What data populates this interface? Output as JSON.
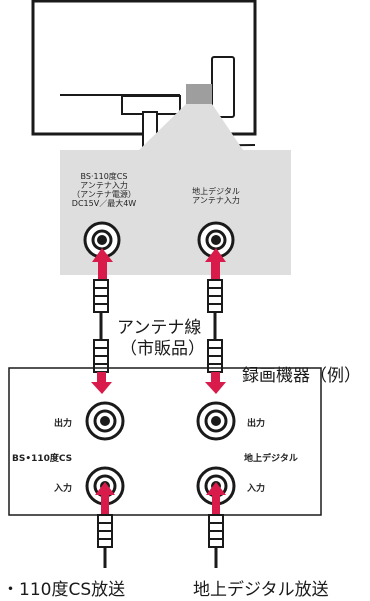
{
  "tv_panel": {
    "bs_cs_input_label": "BS·110度CS\nアンテナ入力\n（アンテナ電源）\nDC15V／最大4W",
    "terrestrial_input_label": "地上デジタル\nアンテナ入力"
  },
  "cable": {
    "label_line1": "アンテナ線",
    "label_line2": "（市販品）"
  },
  "recorder": {
    "title": "録画機器（例）",
    "output_left": "出力",
    "output_right": "出力",
    "bs_cs_label": "BS•110度CS",
    "terrestrial_label": "地上デジタル",
    "input_left": "入力",
    "input_right": "入力"
  },
  "broadcast": {
    "left_label": "・110度CS放送",
    "right_label": "地上デジタル放送"
  },
  "colors": {
    "arrow": "#d81b4a",
    "panel_bg": "#dedede",
    "line": "#1a1a1a"
  }
}
